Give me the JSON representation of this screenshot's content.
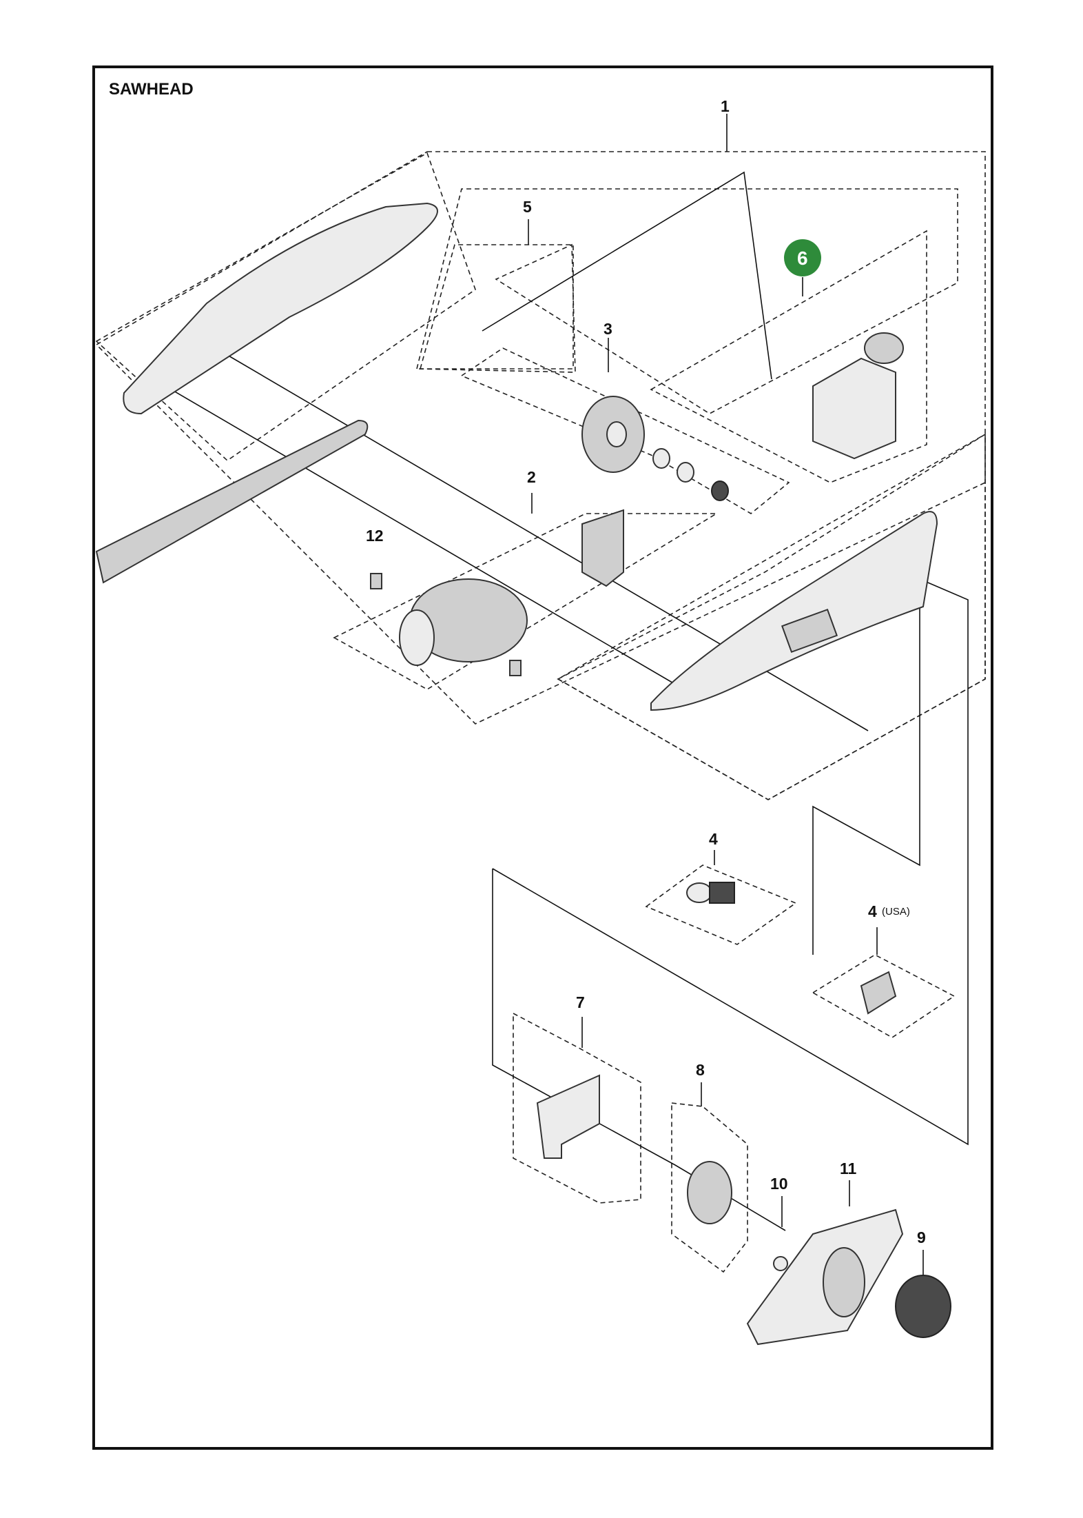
{
  "title": "SAWHEAD",
  "highlight_color": "#2e8b3a",
  "callouts": [
    {
      "id": "c1",
      "label": "1"
    },
    {
      "id": "c5",
      "label": "5"
    },
    {
      "id": "c6",
      "label": "6"
    },
    {
      "id": "c3",
      "label": "3"
    },
    {
      "id": "c2",
      "label": "2"
    },
    {
      "id": "c12",
      "label": "12"
    },
    {
      "id": "c4a",
      "label": "4"
    },
    {
      "id": "c4b",
      "label": "4",
      "suffix": "(USA)"
    },
    {
      "id": "c7",
      "label": "7"
    },
    {
      "id": "c8",
      "label": "8"
    },
    {
      "id": "c10",
      "label": "10"
    },
    {
      "id": "c11",
      "label": "11"
    },
    {
      "id": "c9",
      "label": "9"
    }
  ]
}
